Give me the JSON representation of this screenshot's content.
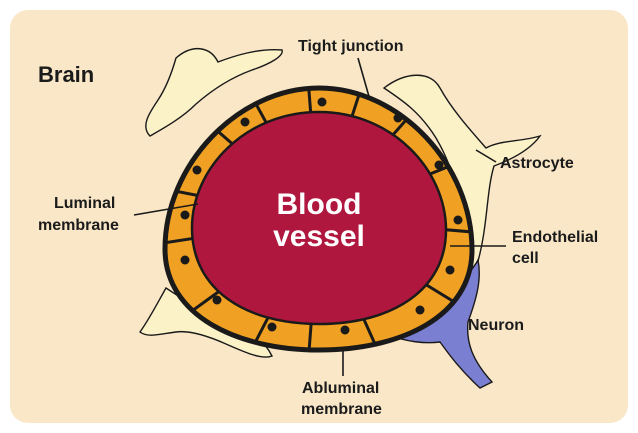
{
  "diagram": {
    "title": "Brain",
    "center_label_line1": "Blood",
    "center_label_line2": "vessel",
    "labels": {
      "tight_junction": "Tight junction",
      "astrocyte": "Astrocyte",
      "luminal_line1": "Luminal",
      "luminal_line2": "membrane",
      "endothelial_line1": "Endothelial",
      "endothelial_line2": "cell",
      "neuron": "Neuron",
      "abluminal_line1": "Abluminal",
      "abluminal_line2": "membrane"
    },
    "colors": {
      "background": "#f9e7c7",
      "frame": "#ffffff",
      "blood": "#b0173f",
      "endothelial": "#f0a022",
      "astrocyte": "#fbf2c8",
      "neuron": "#7b7fd2",
      "outline": "#1a1a1a"
    }
  }
}
